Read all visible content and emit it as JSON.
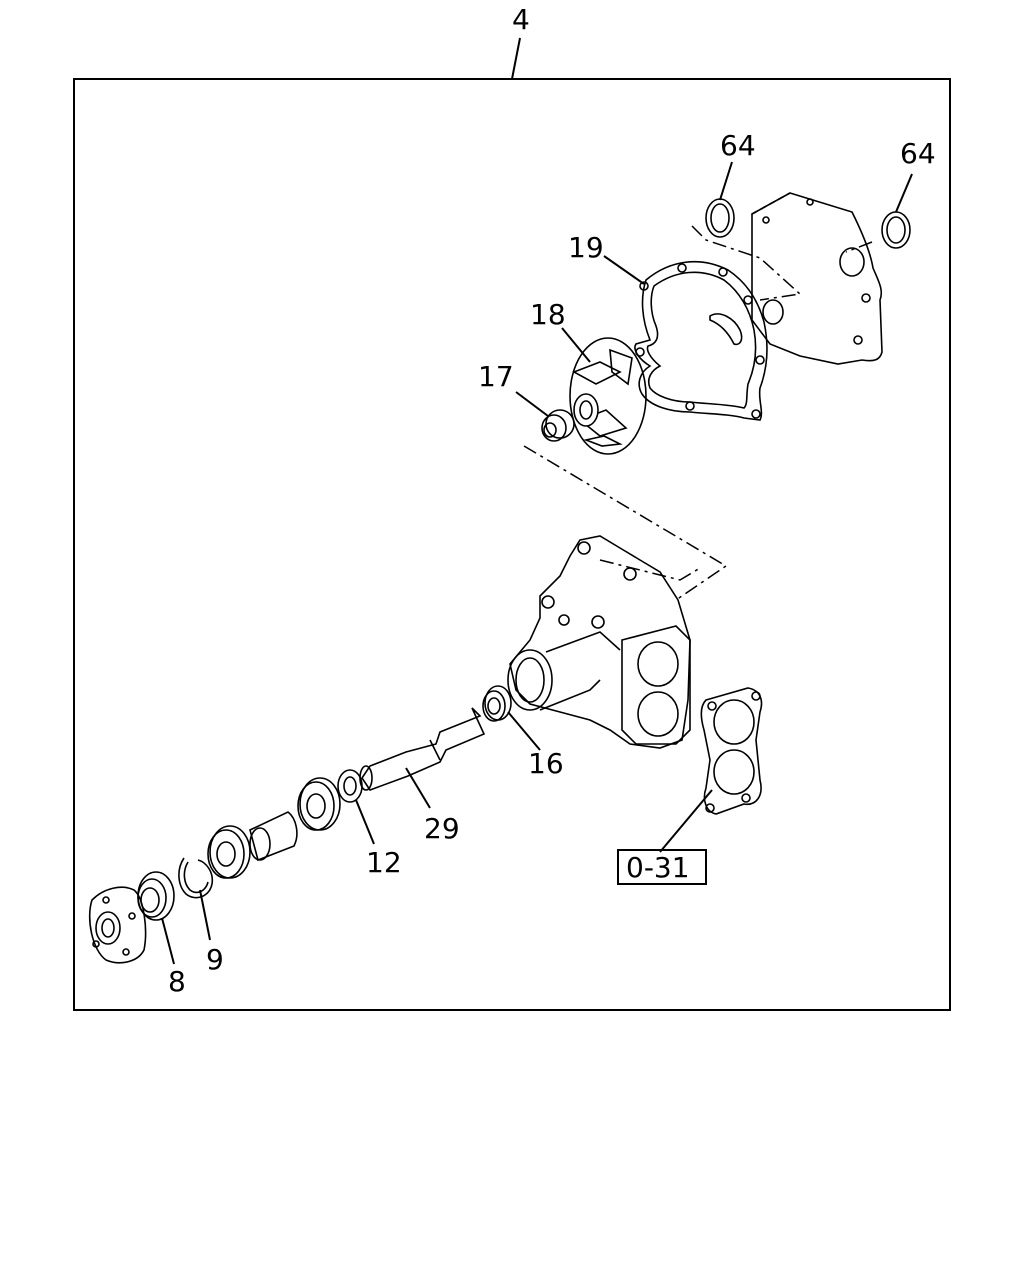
{
  "callouts": {
    "assembly": "4",
    "oring_left": "64",
    "oring_right": "64",
    "gasket": "19",
    "impeller": "18",
    "seal": "17",
    "bearing_small": "16",
    "shaft": "29",
    "washer": "12",
    "snap_ring": "9",
    "flange": "8",
    "ref_box": "0-31"
  }
}
